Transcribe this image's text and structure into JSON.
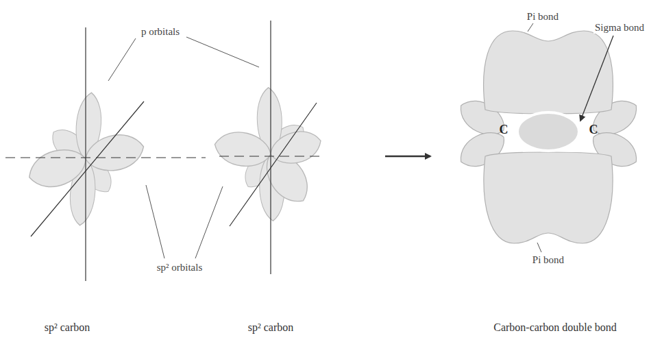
{
  "diagram": {
    "labels": [
      "p orbitals",
      "sp² orbitals",
      "Pi bond",
      "Sigma bond",
      "C",
      "C",
      "Pi bond",
      "sp² carbon",
      "sp² carbon",
      "Carbon-carbon double bond"
    ]
  }
}
